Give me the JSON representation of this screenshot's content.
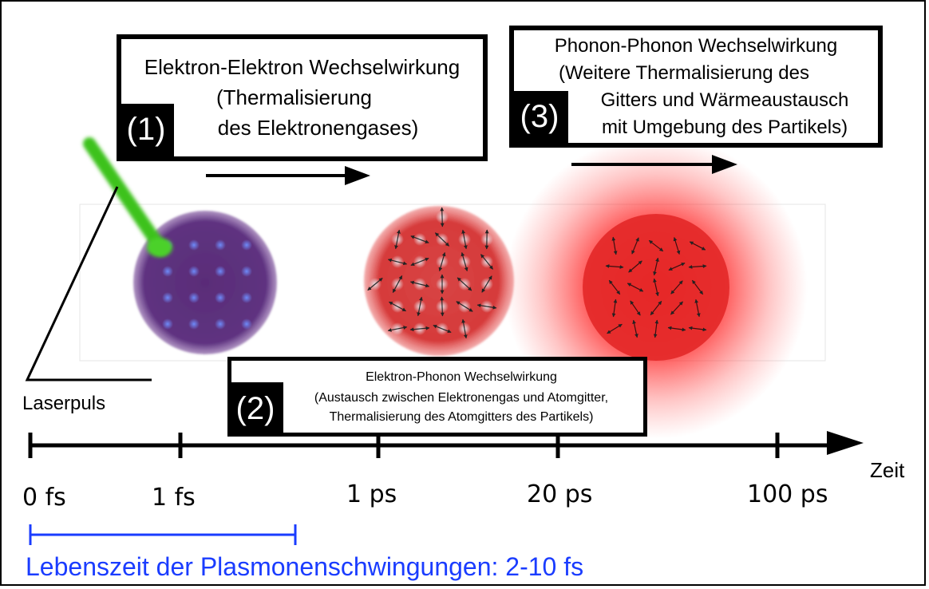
{
  "boxes": {
    "ee": {
      "number": "(1)",
      "lines": [
        "Elektron-Elektron Wechselwirkung",
        "(Thermalisierung",
        "des Elektronengases)"
      ]
    },
    "ep": {
      "number": "(2)",
      "lines": [
        "Elektron-Phonon Wechselwirkung",
        "(Austausch zwischen Elektronengas und Atomgitter,",
        "Thermalisierung des Atomgitters des Partikels)"
      ]
    },
    "pp": {
      "number": "(3)",
      "lines": [
        "Phonon-Phonon Wechselwirkung",
        "(Weitere Thermalisierung des",
        "Gitters und Wärmeaustausch",
        "mit Umgebung des Partikels)"
      ]
    }
  },
  "laser_label": "Laserpuls",
  "axis": {
    "label": "Zeit",
    "ticks": [
      "0 fs",
      "1 fs",
      "1 ps",
      "20 ps",
      "100 ps"
    ]
  },
  "plasmon": {
    "label": "Lebenszeit der Plasmonenschwingungen: 2-10 fs",
    "color": "#1a3cff"
  },
  "colors": {
    "laser": "#3ec21e",
    "particle_cold": "#5c2f7a",
    "particle_hot": "#d93a3a",
    "glow": "#ff2020",
    "blue_dots": "#4a6fd6"
  }
}
